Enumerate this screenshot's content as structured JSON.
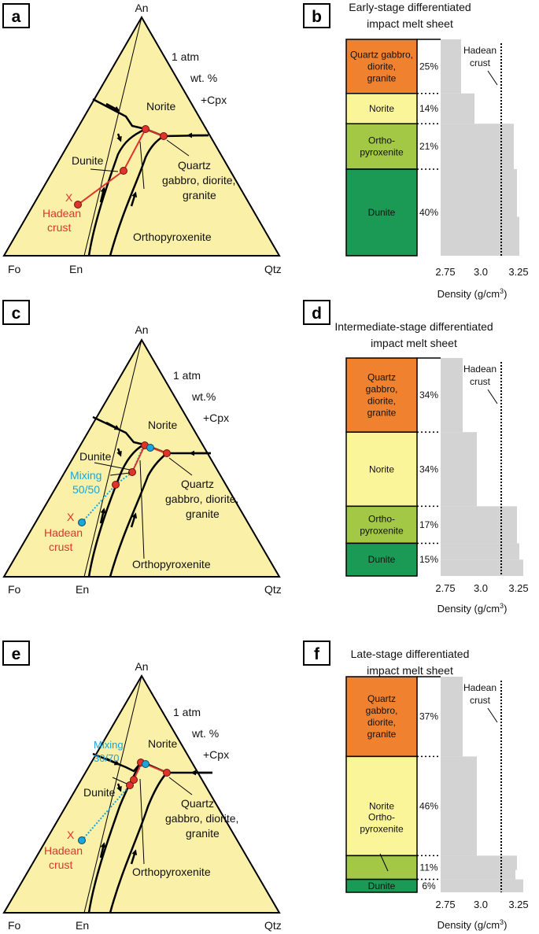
{
  "colors": {
    "triangle_fill": "#fbf0a8",
    "quartz": "#f0822f",
    "norite": "#fbf59a",
    "orthopyroxenite": "#a2c845",
    "dunite": "#1a9a55",
    "density_bar": "#d3d3d3",
    "hadean": "#e0332b",
    "mixing": "#1aa6d9"
  },
  "ternary": {
    "apex_top": "An",
    "corner_left": "Fo",
    "corner_right": "Qtz",
    "en_label": "En",
    "pressure": "1 atm",
    "units": [
      "wt. %",
      "wt.%",
      "wt. %"
    ],
    "cpx": "+Cpx",
    "norite": "Norite",
    "dunite": "Dunite",
    "quartz_lines": [
      "Quartz",
      "gabbro, diorite,",
      "granite"
    ],
    "orthopyroxenite": "Orthopyroxenite",
    "hadean_x": "X",
    "hadean_lines": [
      "Hadean",
      "crust"
    ]
  },
  "panels": {
    "a": "a",
    "b": "b",
    "c": "c",
    "d": "d",
    "e": "e",
    "f": "f"
  },
  "mixing": {
    "c": [
      "Mixing",
      "50/50"
    ],
    "e": [
      "Mixing",
      "30/70"
    ]
  },
  "column_titles": {
    "b": [
      "Early-stage differentiated",
      "impact melt sheet"
    ],
    "d": [
      "Intermediate-stage differentiated",
      "impact melt sheet"
    ],
    "f": [
      "Late-stage differentiated",
      "impact melt sheet"
    ]
  },
  "column_layers": {
    "b": [
      {
        "label": [
          "Quartz gabbro,",
          "diorite,",
          "granite"
        ],
        "pct": "25%",
        "fraction": 0.25
      },
      {
        "label": [
          "Norite"
        ],
        "pct": "14%",
        "fraction": 0.14
      },
      {
        "label": [
          "Ortho-",
          "pyroxenite"
        ],
        "pct": "21%",
        "fraction": 0.21
      },
      {
        "label": [
          "Dunite"
        ],
        "pct": "40%",
        "fraction": 0.4
      }
    ],
    "d": [
      {
        "label": [
          "Quartz",
          "gabbro,",
          "diorite,",
          "granite"
        ],
        "pct": "34%",
        "fraction": 0.34
      },
      {
        "label": [
          "Norite"
        ],
        "pct": "34%",
        "fraction": 0.34
      },
      {
        "label": [
          "Ortho-",
          "pyroxenite"
        ],
        "pct": "17%",
        "fraction": 0.17
      },
      {
        "label": [
          "Dunite"
        ],
        "pct": "15%",
        "fraction": 0.15
      }
    ],
    "f": [
      {
        "label": [
          "Quartz",
          "gabbro,",
          "diorite,",
          "granite"
        ],
        "pct": "37%",
        "fraction": 0.37
      },
      {
        "label": [
          "Norite"
        ],
        "pct": "46%",
        "fraction": 0.46
      },
      {
        "label": [
          "Ortho-",
          "pyroxenite"
        ],
        "pct": "11%",
        "fraction": 0.11
      },
      {
        "label": [
          "Dunite"
        ],
        "pct": "6%",
        "fraction": 0.06
      }
    ]
  },
  "density": {
    "xlabel": "Density (g/cm",
    "xlabel_sup": "3",
    "xlabel_end": ")",
    "ticks": [
      "2.75",
      "3.0",
      "3.25"
    ],
    "hadean_label": [
      "Hadean",
      "crust"
    ],
    "hadean_density": 3.12
  }
}
